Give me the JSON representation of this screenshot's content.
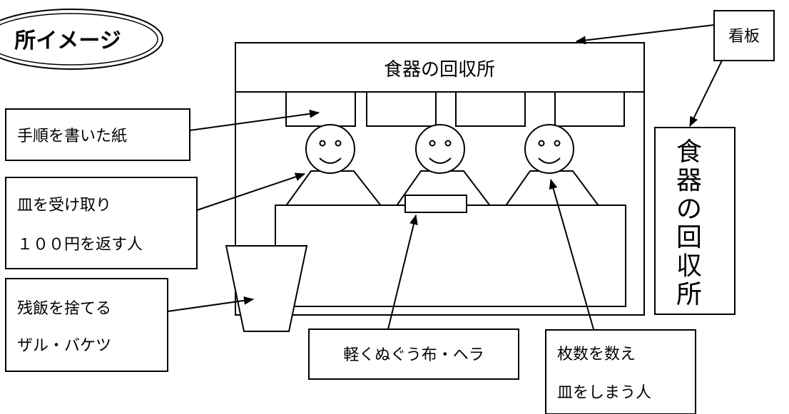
{
  "title": "所イメージ",
  "sign_top": "食器の回収所",
  "sign_side": [
    "食",
    "器",
    "の",
    "回",
    "収",
    "所"
  ],
  "labels": {
    "kanban": "看板",
    "procedure_paper": "手順を書いた紙",
    "receive_plate_1": "皿を受け取り",
    "receive_plate_2": "１００円を返す人",
    "leftover_1": "残飯を捨てる",
    "leftover_2": "ザル・バケツ",
    "cloth": "軽くぬぐう布・ヘラ",
    "counter_1": "枚数を数え",
    "counter_2": "皿をしまう人"
  },
  "colors": {
    "stroke": "#000000",
    "background": "#ffffff"
  }
}
